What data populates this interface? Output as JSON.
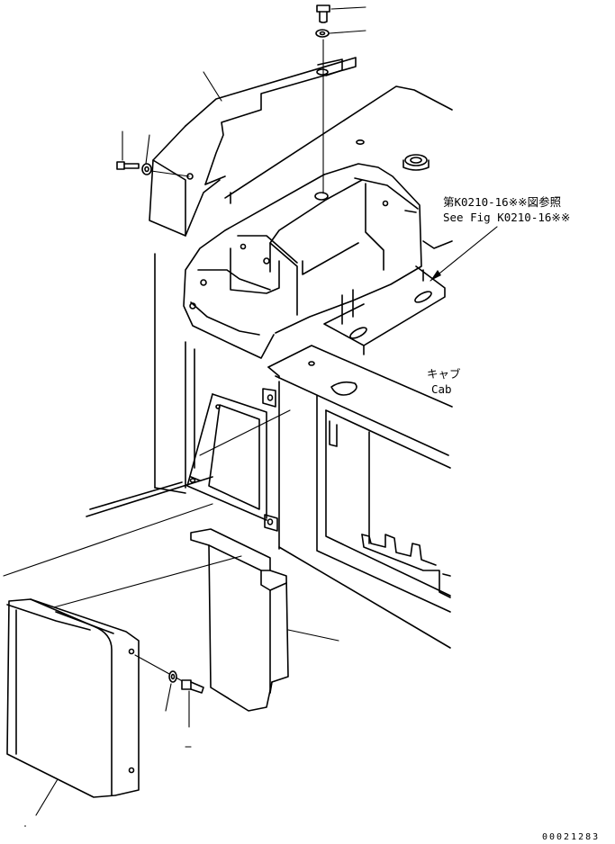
{
  "labels": {
    "ref_jp": "第K0210-16※※図参照",
    "ref_en": "See Fig K0210-16※※",
    "cab_jp": "キャブ",
    "cab_en": "Cab",
    "drawing_number": "00021283"
  }
}
